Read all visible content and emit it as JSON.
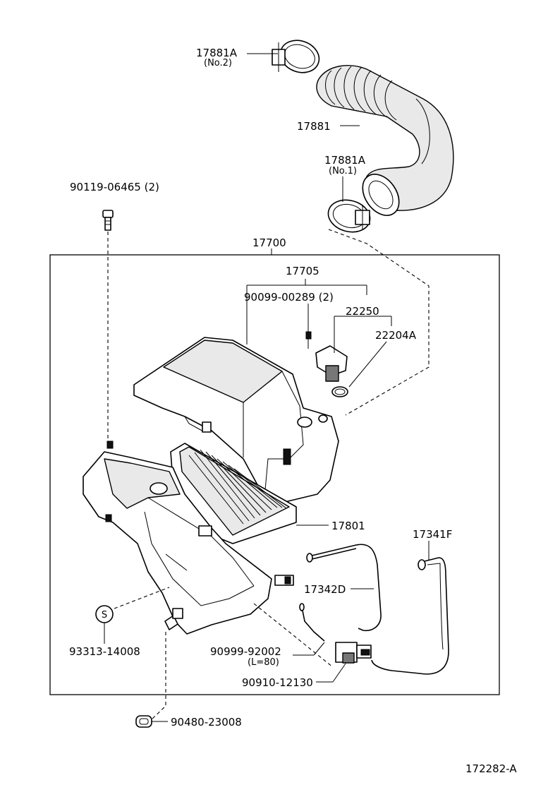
{
  "drawing_id": "172282-A",
  "labels": {
    "clamp_no2_num": "17881A",
    "clamp_no2_note": "(No.2)",
    "hose": "17881",
    "clamp_no1_num": "17881A",
    "clamp_no1_note": "(No.1)",
    "bolt": "90119-06465 (2)",
    "assembly": "17700",
    "cap": "17705",
    "screw": "90099-00289 (2)",
    "sensor": "22250",
    "oring": "22204A",
    "element": "17801",
    "hose_f": "17341F",
    "hose_d": "17342D",
    "seal_symbol": "S",
    "seal": "93313-14008",
    "tube": "90999-92002",
    "tube_len": "(L=80)",
    "valve": "90910-12130",
    "grommet": "90480-23008"
  }
}
